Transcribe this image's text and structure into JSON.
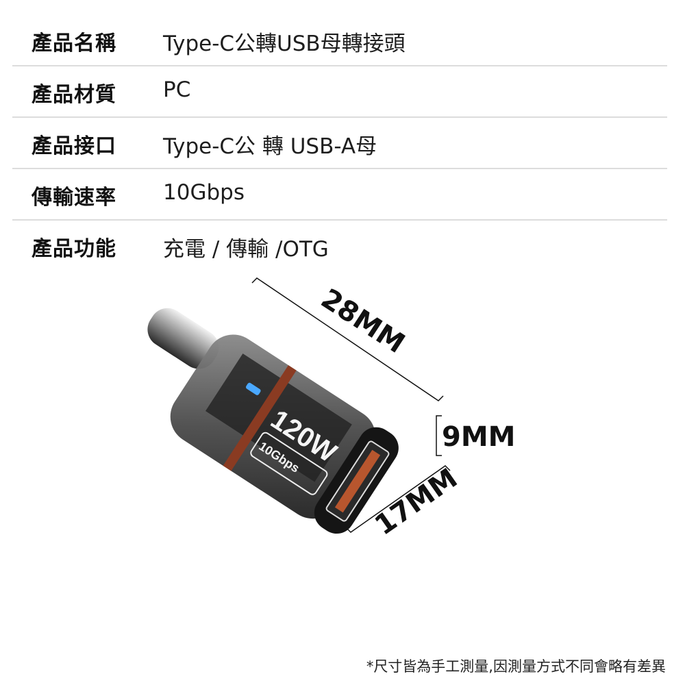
{
  "specs": [
    {
      "label": "產品名稱",
      "value": "Type-C公轉USB母轉接頭"
    },
    {
      "label": "產品材質",
      "value": "PC"
    },
    {
      "label": "產品接口",
      "value": "Type-C公 轉 USB-A母"
    },
    {
      "label": "傳輸速率",
      "value": "10Gbps"
    },
    {
      "label": "產品功能",
      "value": "充電 / 傳輸 /OTG"
    }
  ],
  "product": {
    "power_label": "120W",
    "speed_label": "10Gbps",
    "dimensions": {
      "length": "28MM",
      "height": "9MM",
      "width": "17MM"
    },
    "colors": {
      "body": "#3a3a3a",
      "accent_band": "#8a3b22",
      "led": "#4aa8ff",
      "port_contacts": "#b8562e"
    }
  },
  "footnote": "*尺寸皆為手工測量,因測量方式不同會略有差異"
}
